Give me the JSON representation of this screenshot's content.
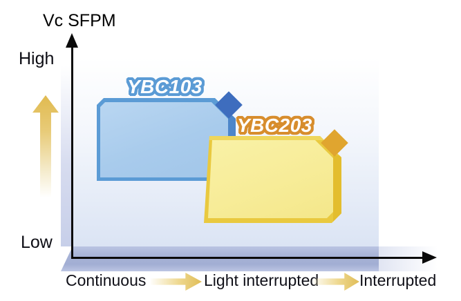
{
  "y_axis": {
    "title": "Vc SFPM",
    "high_label": "High",
    "low_label": "Low"
  },
  "x_axis": {
    "labels": [
      "Continuous",
      "Light interrupted",
      "Interrupted"
    ]
  },
  "blocks": [
    {
      "label": "YBC103",
      "face_color": "#a8cbec",
      "border_color": "#5b9bd5",
      "corner_color": "#3e6dbe"
    },
    {
      "label": "YBC203",
      "face_color": "#f7ec98",
      "border_color": "#e9c93f",
      "corner_color": "#e0a52f"
    }
  ],
  "palette": {
    "axis": "#0a0a0a",
    "wall_bottom": "#dbe4f4",
    "left_wall": "#c7cfe9",
    "floor": "#a6b2d6",
    "gold_arrow": "#e0ba50"
  },
  "chart_data": {
    "type": "area",
    "title": "Vc SFPM",
    "xlabel": "",
    "ylabel": "Vc SFPM",
    "x_categories": [
      "Continuous",
      "Light interrupted",
      "Interrupted"
    ],
    "y_scale_labels": [
      "Low",
      "High"
    ],
    "legend_position": "on-region",
    "grid": false,
    "series": [
      {
        "name": "YBC103",
        "shape": "rectangular region",
        "x_span_pct_of_axis": [
          7,
          45
        ],
        "y_span_pct_of_axis": [
          35,
          72
        ],
        "color": "#a8cbec",
        "reading": "higher cutting speed, continuous to light interrupted cuts"
      },
      {
        "name": "YBC203",
        "shape": "rectangular region",
        "x_span_pct_of_axis": [
          36,
          74
        ],
        "y_span_pct_of_axis": [
          16,
          55
        ],
        "color": "#f7ec98",
        "reading": "lower cutting speed, light interrupted to interrupted cuts"
      }
    ]
  }
}
